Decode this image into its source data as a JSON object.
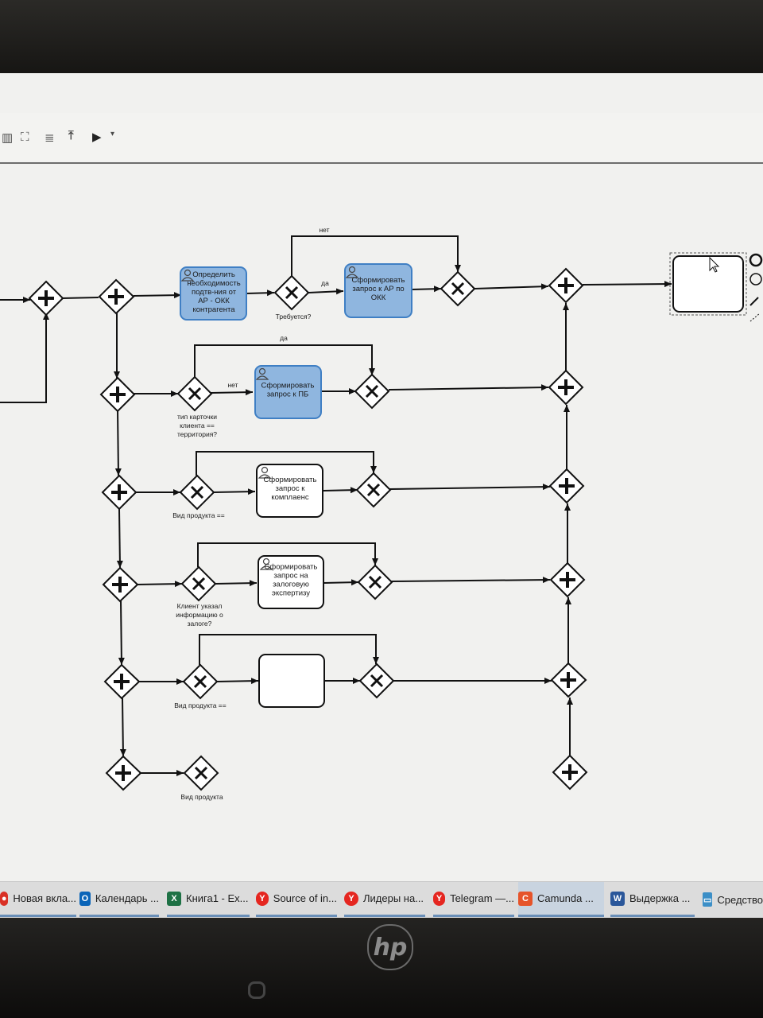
{
  "toolbar": {
    "icons": [
      "chart-icon",
      "map-icon",
      "list-icon",
      "deploy-icon",
      "run-icon",
      "dropdown-icon"
    ]
  },
  "diagram": {
    "tasks": {
      "t1": "Определить необходимость подтв-ния от АР - ОКК контрагента",
      "t2": "Сформировать запрос к АР по ОКК",
      "t3": "Сформировать запрос к ПБ",
      "t4": "Сформировать запрос к комплаенс",
      "t5": "Сформировать запрос на залоговую экспертизу"
    },
    "gateway_labels": {
      "g1": "Требуется?",
      "g2": "тип карточки клиента == территория?",
      "g3": "Вид продукта ==",
      "g4": "Клиент указал информацию о залоге?",
      "g5": "Вид продукта ==",
      "g6": "Вид продукта"
    },
    "flow_labels": {
      "row1_no": "нет",
      "row1_yes": "да",
      "row2_yes": "да",
      "row2_no": "нет"
    }
  },
  "taskbar": {
    "items": [
      {
        "label": "Новая вкла...",
        "icon": "chrome-icon",
        "color": "#d93025"
      },
      {
        "label": "Календарь ...",
        "icon": "outlook-icon",
        "color": "#0a64b8"
      },
      {
        "label": "Книга1 - Ex...",
        "icon": "excel-icon",
        "color": "#1e7145"
      },
      {
        "label": "Source of in...",
        "icon": "yandex-browser-icon",
        "color": "#e52620"
      },
      {
        "label": "Лидеры на...",
        "icon": "yandex-browser-icon",
        "color": "#e52620"
      },
      {
        "label": "Telegram —...",
        "icon": "yandex-browser-icon",
        "color": "#e52620"
      },
      {
        "label": "Camunda ...",
        "icon": "camunda-icon",
        "color": "#e6542a"
      },
      {
        "label": "Выдержка ...",
        "icon": "word-icon",
        "color": "#2b579a"
      },
      {
        "label": "Средство",
        "icon": "screenshot-tool-icon",
        "color": "#3c8fc7"
      }
    ]
  },
  "laptop": {
    "brand": "hp"
  }
}
